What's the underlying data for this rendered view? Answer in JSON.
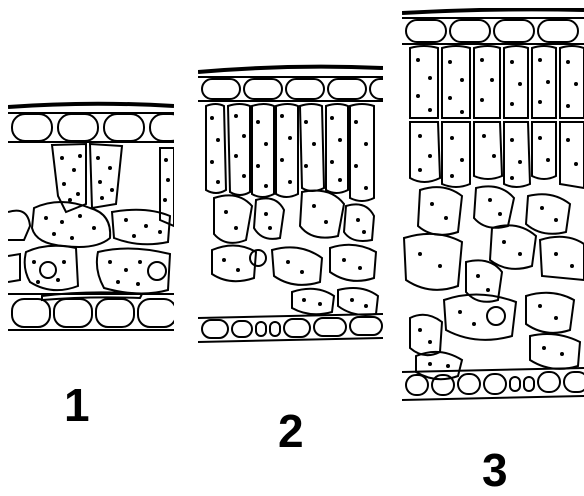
{
  "panels": [
    {
      "number": "1"
    },
    {
      "number": "2"
    },
    {
      "number": "3"
    }
  ],
  "colors": {
    "ink": "#000000",
    "background": "#ffffff"
  }
}
